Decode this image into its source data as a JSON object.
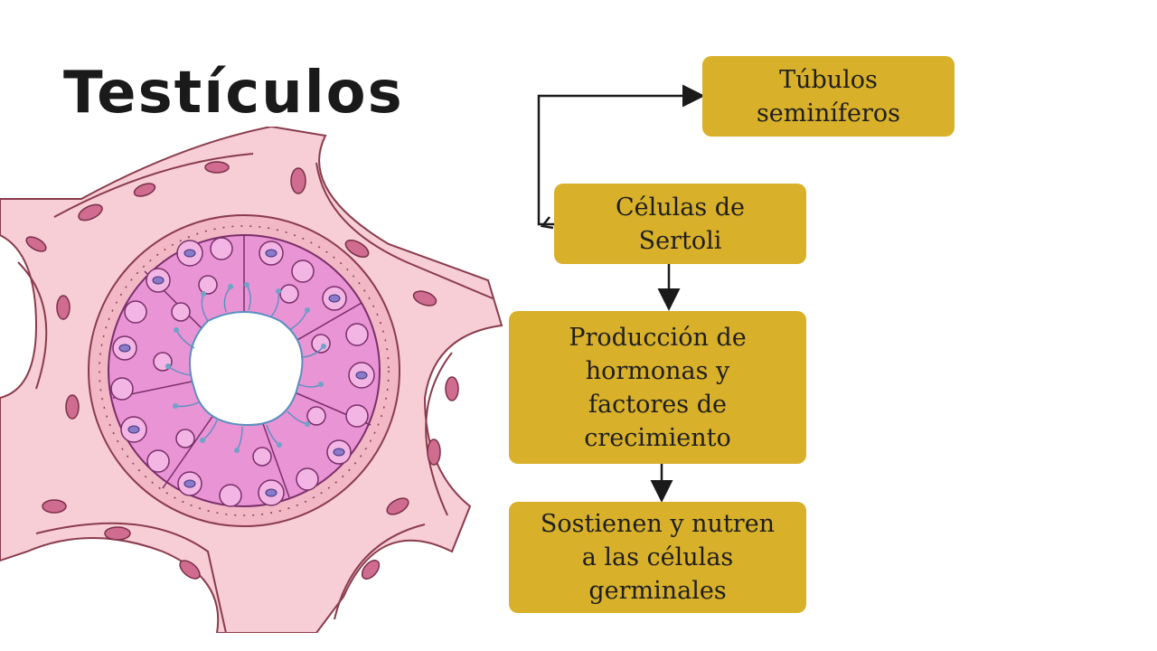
{
  "title": "Testículos",
  "boxes": {
    "tubulos": "Túbulos\nseminíferos",
    "sertoli": "Células de\nSertoli",
    "produccion": "Producción de\nhormonas y\nfactores de\ncrecimiento",
    "sostienen": "Sostienen y nutren\na las células\ngerminales"
  },
  "colors": {
    "box_fill": "#d8b02a",
    "tissue_pink": "#f5c9d3",
    "cell_purple": "#e38ad0",
    "lumen_blue": "#6fa3c9"
  }
}
